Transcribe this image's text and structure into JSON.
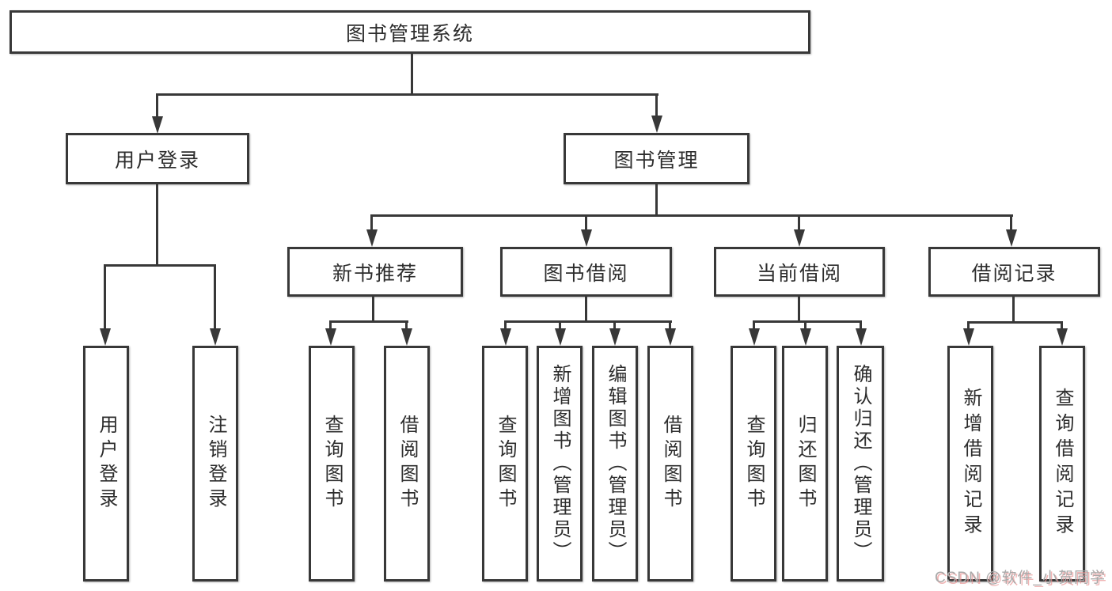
{
  "tree": {
    "label": "图书管理系统",
    "children": [
      {
        "label": "用户登录",
        "children": [
          {
            "label": "用户登录"
          },
          {
            "label": "注销登录"
          }
        ]
      },
      {
        "label": "图书管理",
        "children": [
          {
            "label": "新书推荐",
            "children": [
              {
                "label": "查询图书"
              },
              {
                "label": "借阅图书"
              }
            ]
          },
          {
            "label": "图书借阅",
            "children": [
              {
                "label": "查询图书"
              },
              {
                "label": "新增图书（管理员）"
              },
              {
                "label": "编辑图书（管理员）"
              },
              {
                "label": "借阅图书"
              }
            ]
          },
          {
            "label": "当前借阅",
            "children": [
              {
                "label": "查询图书"
              },
              {
                "label": "归还图书"
              },
              {
                "label": "确认归还（管理员）"
              }
            ]
          },
          {
            "label": "借阅记录",
            "children": [
              {
                "label": "新增借阅记录"
              },
              {
                "label": "查询借阅记录"
              }
            ]
          }
        ]
      }
    ]
  },
  "watermark": {
    "text": "CSDN @软件_小贺同学"
  },
  "colors": {
    "line": "#383838",
    "text": "#2d2d2d",
    "background": "#ffffff",
    "watermark": "#a9a9a9",
    "watermark_shadow": "#e99696"
  }
}
